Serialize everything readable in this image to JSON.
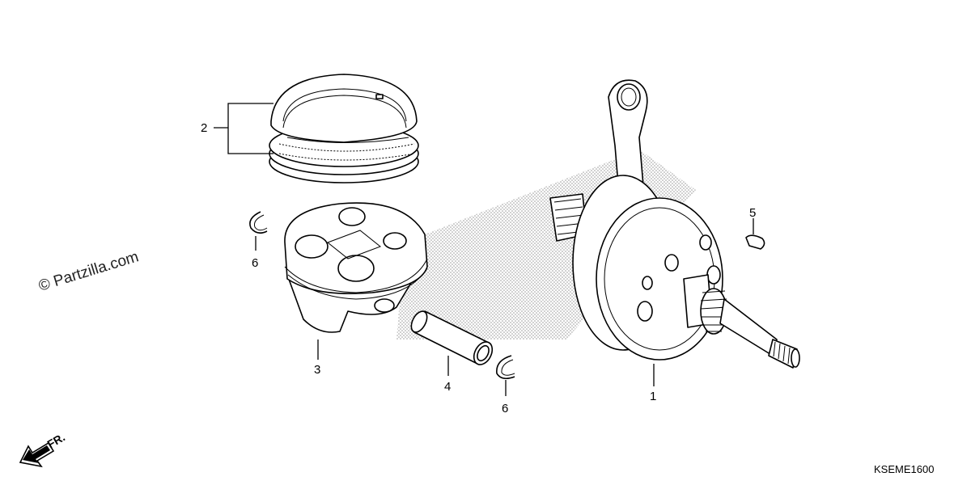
{
  "watermark": "© Partzilla.com",
  "diagram_code": "KSEME1600",
  "direction_indicator": "FR.",
  "callouts": {
    "crankshaft": "1",
    "piston_ring_set": "2",
    "piston": "3",
    "piston_pin": "4",
    "woodruff_key": "5",
    "pin_clip_left": "6",
    "pin_clip_right": "6"
  },
  "colors": {
    "line": "#000000",
    "background": "#ffffff",
    "shading": "#9a9a9a"
  },
  "icons": {
    "direction_arrow": "arrow-down-left-icon"
  }
}
